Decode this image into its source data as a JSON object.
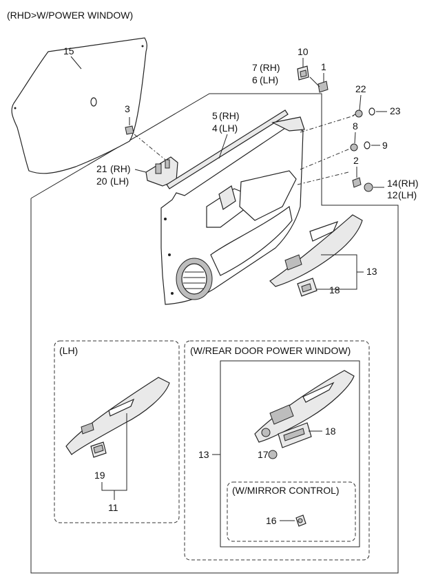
{
  "header": {
    "title": "(RHD>W/POWER WINDOW)"
  },
  "callouts": {
    "c1": "1",
    "c2": "2",
    "c3": "3",
    "c4": "4",
    "c4_side": "(LH)",
    "c5": "5",
    "c5_side": "(RH)",
    "c6": "6",
    "c6_side": "(LH)",
    "c7": "7",
    "c7_side": "(RH)",
    "c8": "8",
    "c9": "9",
    "c10": "10",
    "c12": "12",
    "c12_side": "(LH)",
    "c14": "14",
    "c14_side": "(RH)",
    "c13": "13",
    "c15": "15",
    "c18": "18",
    "c20": "20",
    "c20_side": "(LH)",
    "c21": "21",
    "c21_side": "(RH)",
    "c22": "22",
    "c23": "23"
  },
  "lh_box": {
    "title": "(LH)",
    "c19": "19",
    "c11": "11"
  },
  "rear_box": {
    "title": "(W/REAR DOOR POWER WINDOW)",
    "c13": "13",
    "c17": "17",
    "c18": "18"
  },
  "mirror_box": {
    "title": "(W/MIRROR CONTROL)",
    "c16": "16"
  }
}
